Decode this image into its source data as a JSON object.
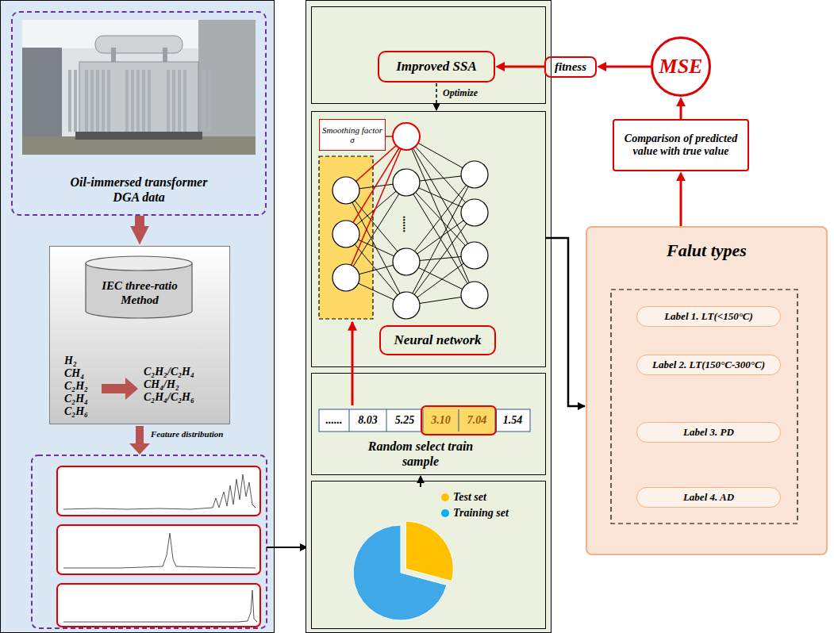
{
  "diagram": {
    "nodes": [
      {
        "text": [
          "Oil-immersed transformer DGA data"
        ]
      },
      {
        "text": [
          "H₂ CH₄ C₂H₂ C₂H₄ C₂H₆",
          "C₂H₂/C₂H₄ CH₄/H₂ C₂H₄/C₂H₆"
        ]
      },
      {
        "text": [
          "IEC three-ratio Method"
        ],
        "in": 1
      },
      {
        "text": [
          "Improved SSA"
        ]
      },
      {
        "text": [
          "Smoothing factor σ"
        ]
      },
      {
        "text": [
          "Neural network"
        ]
      },
      {
        "text": [
          "fitness"
        ]
      },
      {
        "text": [
          "MSE"
        ]
      },
      {
        "text": [
          "Comparison of predicted value with true value"
        ]
      },
      {
        "text": [
          "Falut types"
        ]
      },
      {
        "text": [
          "Label 1. LT(<150°C)"
        ],
        "in": 9
      },
      {
        "text": [
          "Label 2. LT(150°C-300°C)"
        ],
        "in": 9
      },
      {
        "text": [
          "Label 3. PD"
        ],
        "in": 9
      },
      {
        "text": [
          "Label 4. AD"
        ],
        "in": 9
      }
    ],
    "edges": [
      {
        "from": 0,
        "to": 1,
        "arrow": "to"
      },
      {
        "from": 7,
        "to": 6,
        "arrow": "to"
      },
      {
        "from": 6,
        "to": 3,
        "arrow": "to"
      },
      {
        "from": 8,
        "to": 7,
        "arrow": "to"
      },
      {
        "from": 9,
        "to": 8,
        "arrow": "to"
      }
    ],
    "labels": [
      "Optimize",
      "Feature distribution",
      "......",
      "8.03",
      "5.25",
      "3.10",
      "7.04",
      "1.54",
      "Random select train sample",
      "......"
    ],
    "legend": [
      {
        "text": "Test set",
        "color": "#ffc000"
      },
      {
        "text": "Training set",
        "color": "#00b0f0"
      }
    ]
  }
}
